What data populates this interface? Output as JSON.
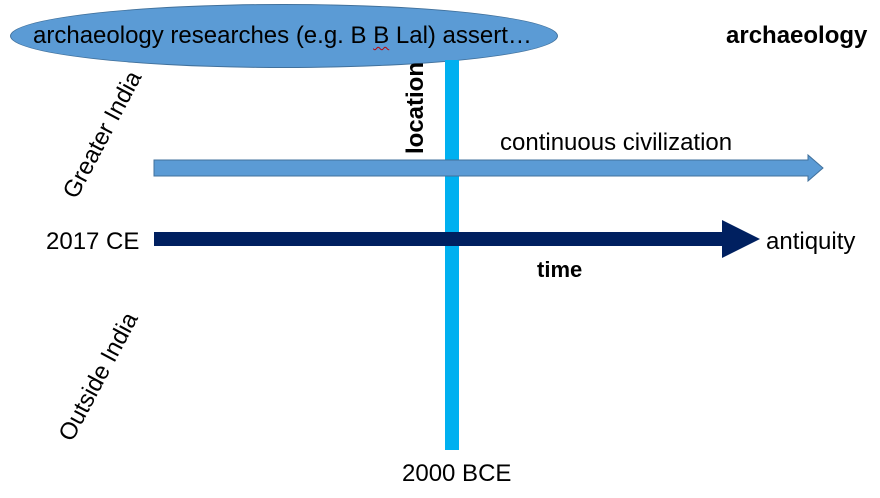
{
  "oval": {
    "text_before": "archaeology researches (e.g. B ",
    "text_squiggle": "B",
    "text_after": " Lal) assert…"
  },
  "corner_label": "archaeology",
  "axis_labels": {
    "location": "location",
    "time": "time",
    "start_year": "2017 CE",
    "end_year": "2000 BCE",
    "antiquity": "antiquity"
  },
  "region_labels": {
    "greater_india": "Greater India",
    "outside_india": "Outside India"
  },
  "continuous_label": "continuous civilization",
  "colors": {
    "oval_fill": "#5b9bd5",
    "continuous_arrow": "#5b9bd5",
    "time_arrow": "#002060",
    "location_bar": "#00b0f0"
  }
}
